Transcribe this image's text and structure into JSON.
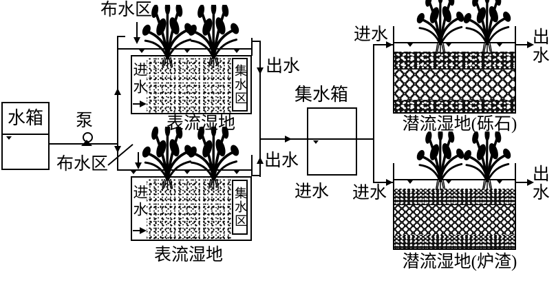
{
  "nodes": {
    "water_tank": {
      "label": "水箱"
    },
    "pump": {
      "label": "泵"
    },
    "upper_distribution_zone": {
      "label": "布水区"
    },
    "lower_distribution_zone": {
      "label": "布水区"
    },
    "upper_surface_wetland": {
      "title": "表流湿地",
      "inlet_label": "进水",
      "collection_zone_label": "集水区",
      "outlet_label": "出水"
    },
    "lower_surface_wetland": {
      "title": "表流湿地",
      "inlet_label": "进水",
      "collection_zone_label": "集水区",
      "outlet_label": "出水"
    },
    "collection_tank": {
      "label": "集水箱",
      "feed_label": "进水"
    },
    "gravel_subsurface_wetland": {
      "title": "潜流湿地(砾石)",
      "inlet_label": "进水",
      "outlet_label": "出水"
    },
    "slag_subsurface_wetland": {
      "title": "潜流湿地(炉渣)",
      "inlet_label": "进水",
      "outlet_label": "出水"
    }
  },
  "colors": {
    "line": "#000000",
    "background": "#ffffff",
    "media_dark": "#111111"
  }
}
